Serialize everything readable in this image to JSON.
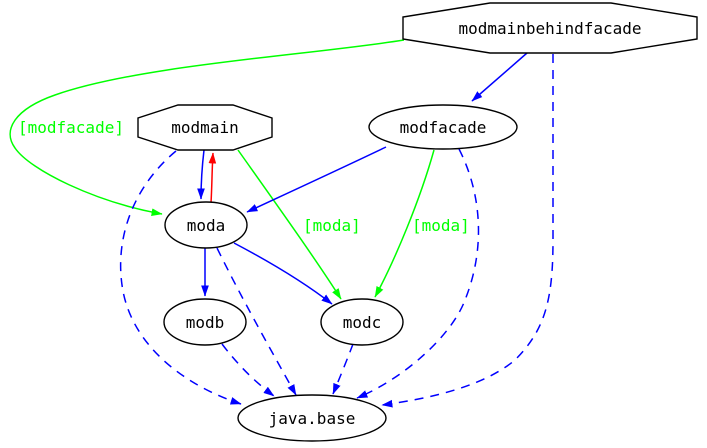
{
  "diagram": {
    "kind": "module-dependency-graph",
    "background": "#ffffff",
    "colors": {
      "requires_edge_blue": "#0000ff",
      "qualified_export_green": "#00ff00",
      "cycle_edge_red": "#ff0000",
      "node_outline": "#000000",
      "node_fill": "#ffffff",
      "node_text": "#000000"
    },
    "nodes": [
      {
        "id": "modmainbehindfacade",
        "label": "modmainbehindfacade",
        "shape": "octagon"
      },
      {
        "id": "modmain",
        "label": "modmain",
        "shape": "octagon"
      },
      {
        "id": "modfacade",
        "label": "modfacade",
        "shape": "ellipse"
      },
      {
        "id": "moda",
        "label": "moda",
        "shape": "ellipse"
      },
      {
        "id": "modb",
        "label": "modb",
        "shape": "ellipse"
      },
      {
        "id": "modc",
        "label": "modc",
        "shape": "ellipse"
      },
      {
        "id": "java.base",
        "label": "java.base",
        "shape": "ellipse"
      }
    ],
    "edges": [
      {
        "from": "modmainbehindfacade",
        "to": "modfacade",
        "color": "#0000ff",
        "style": "solid",
        "label": ""
      },
      {
        "from": "modmainbehindfacade",
        "to": "moda",
        "color": "#00ff00",
        "style": "solid",
        "label": "[modfacade]"
      },
      {
        "from": "modmainbehindfacade",
        "to": "java.base",
        "color": "#0000ff",
        "style": "dashed",
        "label": ""
      },
      {
        "from": "modmain",
        "to": "moda",
        "color": "#0000ff",
        "style": "solid",
        "label": ""
      },
      {
        "from": "moda",
        "to": "modmain",
        "color": "#ff0000",
        "style": "solid",
        "label": ""
      },
      {
        "from": "modmain",
        "to": "modc",
        "color": "#00ff00",
        "style": "solid",
        "label": "[moda]"
      },
      {
        "from": "modmain",
        "to": "java.base",
        "color": "#0000ff",
        "style": "dashed",
        "label": ""
      },
      {
        "from": "modfacade",
        "to": "moda",
        "color": "#0000ff",
        "style": "solid",
        "label": ""
      },
      {
        "from": "modfacade",
        "to": "modc",
        "color": "#00ff00",
        "style": "solid",
        "label": "[moda]"
      },
      {
        "from": "modfacade",
        "to": "java.base",
        "color": "#0000ff",
        "style": "dashed",
        "label": ""
      },
      {
        "from": "moda",
        "to": "modb",
        "color": "#0000ff",
        "style": "solid",
        "label": ""
      },
      {
        "from": "moda",
        "to": "modc",
        "color": "#0000ff",
        "style": "solid",
        "label": ""
      },
      {
        "from": "moda",
        "to": "java.base",
        "color": "#0000ff",
        "style": "dashed",
        "label": ""
      },
      {
        "from": "modb",
        "to": "java.base",
        "color": "#0000ff",
        "style": "dashed",
        "label": ""
      },
      {
        "from": "modc",
        "to": "java.base",
        "color": "#0000ff",
        "style": "dashed",
        "label": ""
      }
    ]
  }
}
